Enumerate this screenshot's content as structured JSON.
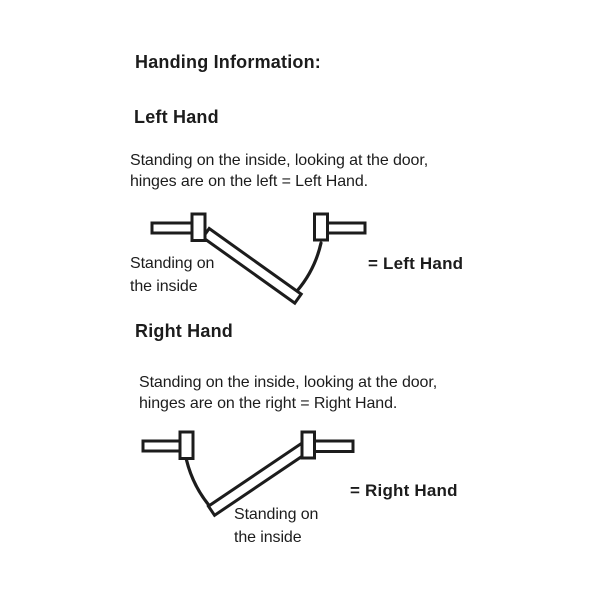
{
  "page": {
    "title": "Handing Information:",
    "background_color": "#ffffff",
    "ink_color": "#1c1c1c"
  },
  "left_hand": {
    "heading": "Left Hand",
    "description_line1": "Standing on the inside, looking at the door,",
    "description_line2": "hinges are on the left = Left Hand.",
    "diagram": {
      "label_line1": "Standing on",
      "label_line2": "the inside",
      "result": "= Left Hand",
      "parts": [
        "wall-segment-left",
        "hinge-jamb",
        "open-door-panel",
        "door-swing-arc",
        "latch-jamb",
        "wall-segment-right"
      ]
    }
  },
  "right_hand": {
    "heading": "Right Hand",
    "description_line1": "Standing on the inside, looking at the door,",
    "description_line2": "hinges are on the right = Right Hand.",
    "diagram": {
      "label_line1": "Standing on",
      "label_line2": "the inside",
      "result": "= Right Hand",
      "parts": [
        "wall-segment-left",
        "latch-jamb",
        "door-swing-arc",
        "open-door-panel",
        "hinge-jamb",
        "wall-segment-right"
      ]
    }
  }
}
